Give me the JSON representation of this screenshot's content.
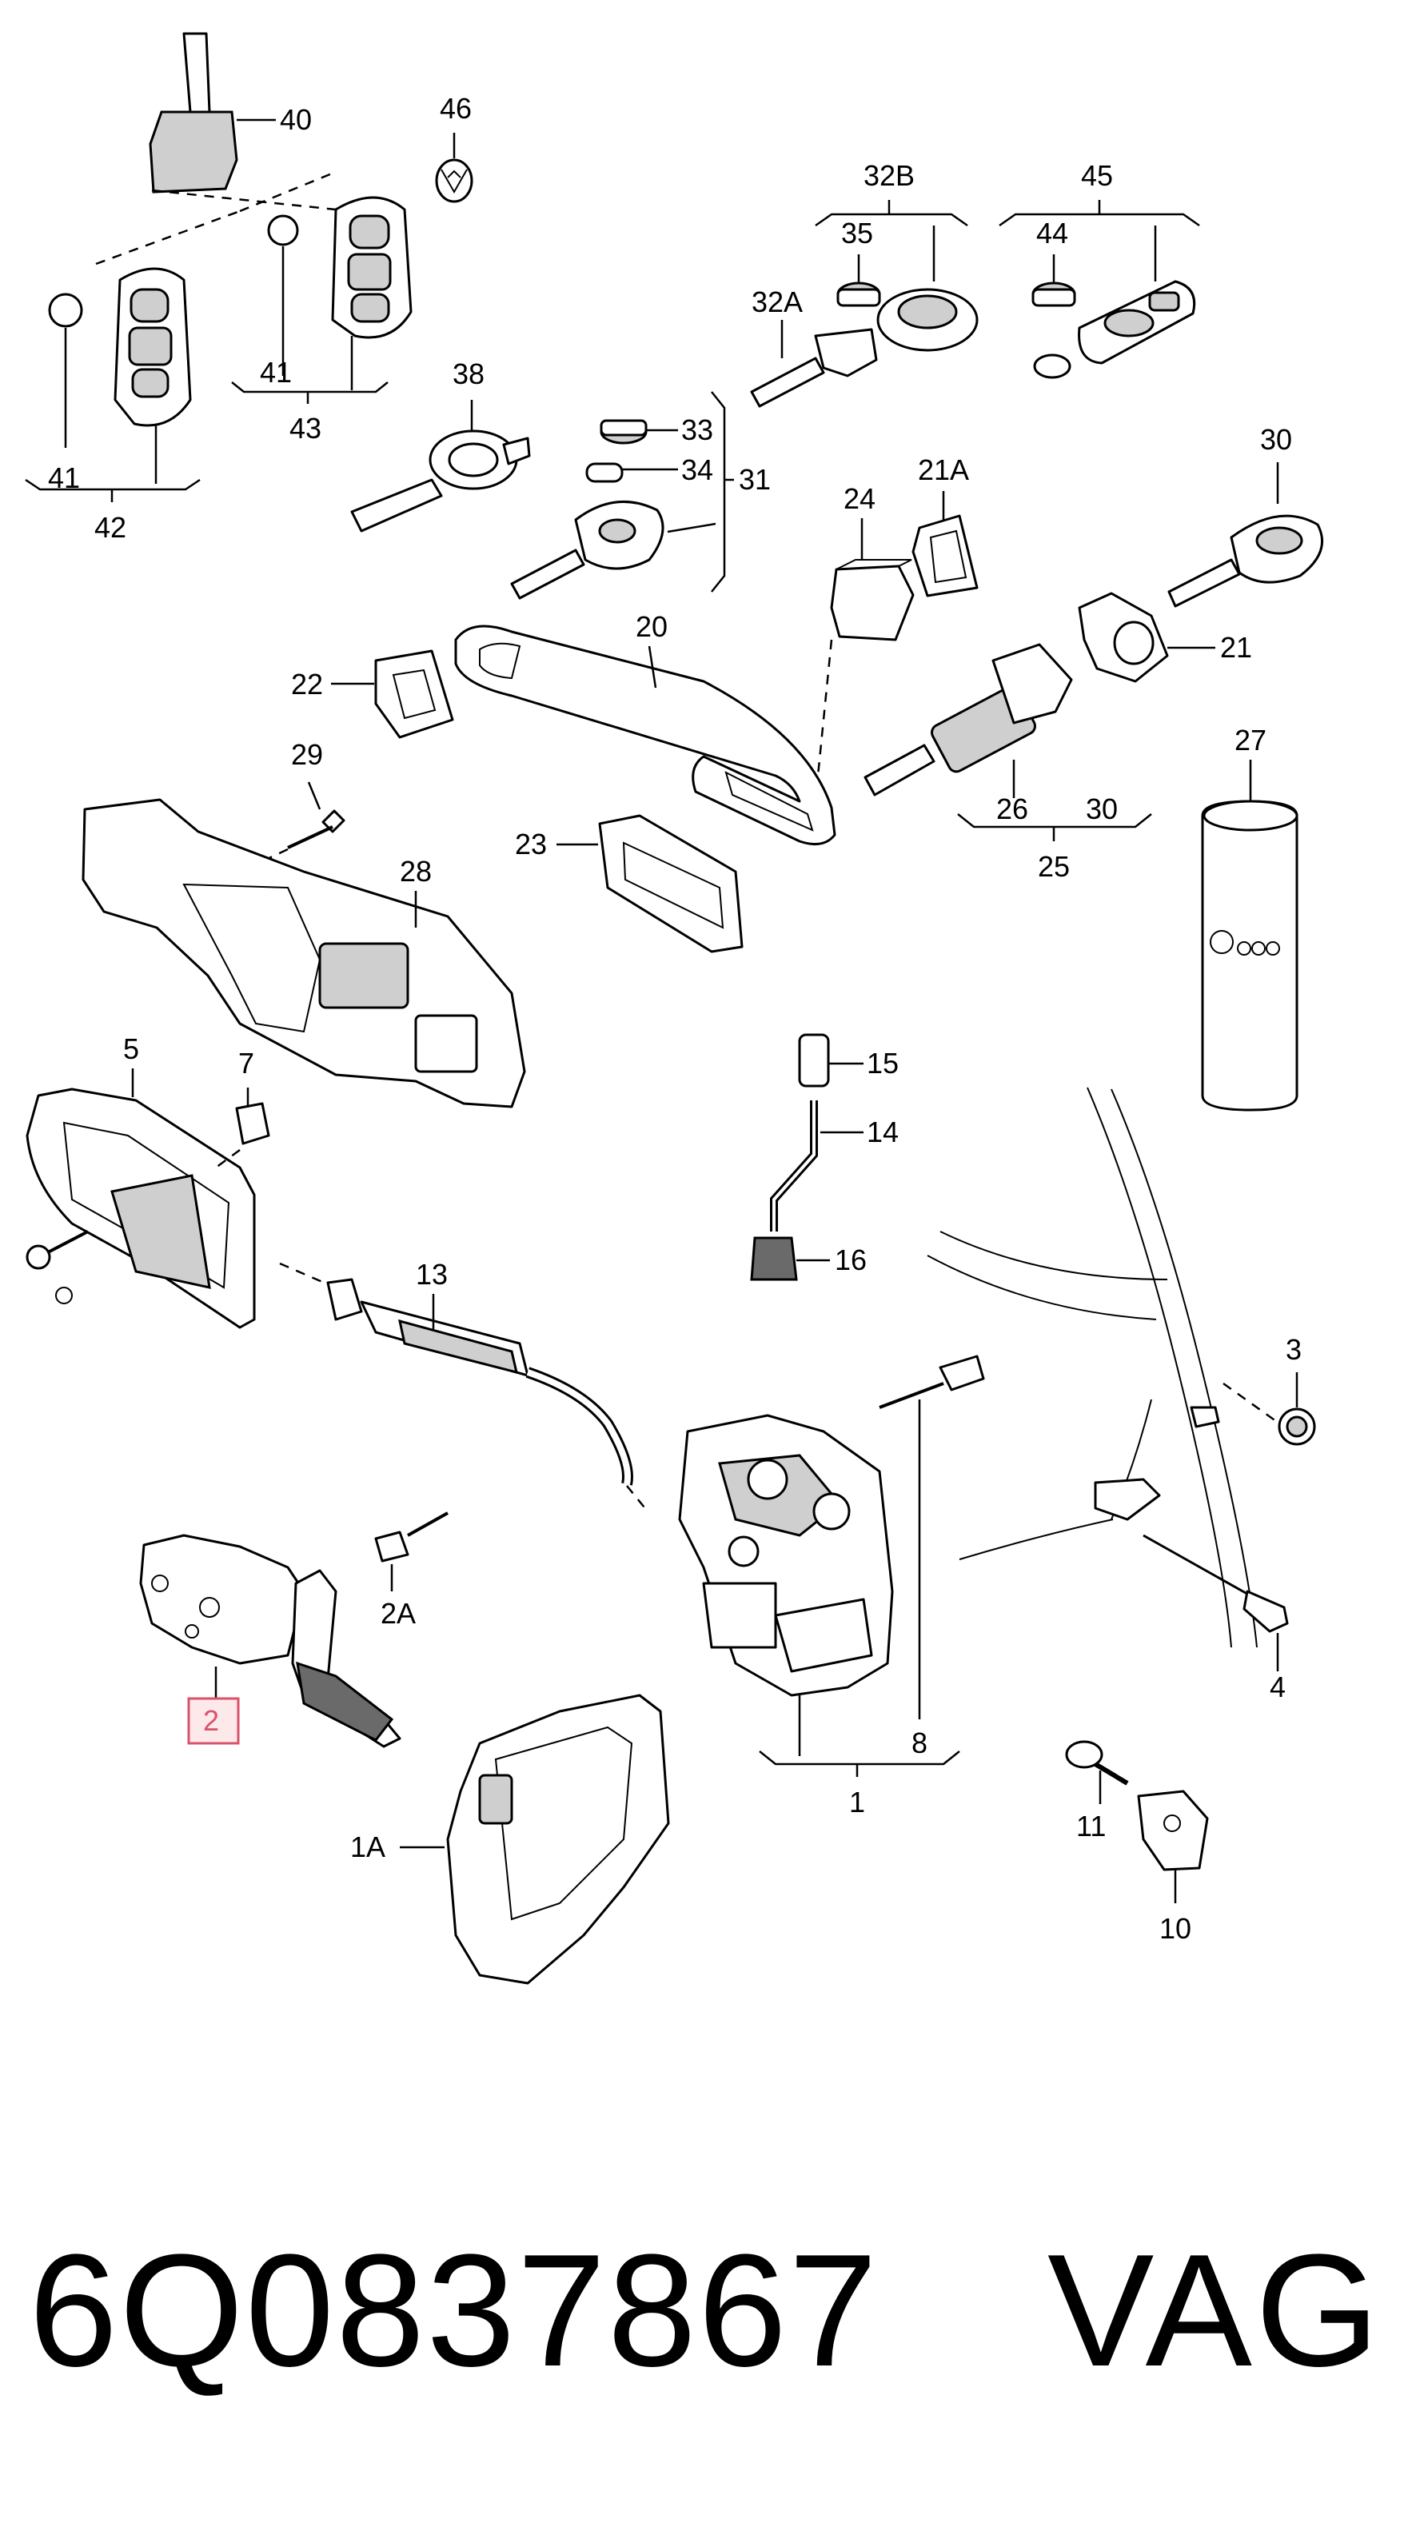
{
  "footer": {
    "part_number": "6Q0837867",
    "brand": "VAG"
  },
  "callouts": {
    "c40": "40",
    "c46": "46",
    "c32b": "32B",
    "c45": "45",
    "c35": "35",
    "c44": "44",
    "c32a": "32A",
    "c41a": "41",
    "c43": "43",
    "c41b": "41",
    "c42": "42",
    "c38": "38",
    "c33": "33",
    "c34": "34",
    "c31": "31",
    "c30a": "30",
    "c24": "24",
    "c21a": "21A",
    "c21": "21",
    "c20": "20",
    "c22": "22",
    "c27": "27",
    "c29": "29",
    "c26": "26",
    "c30b": "30",
    "c25": "25",
    "c23": "23",
    "c28": "28",
    "c5": "5",
    "c7": "7",
    "c15": "15",
    "c14": "14",
    "c16": "16",
    "c13": "13",
    "c3": "3",
    "c2a": "2A",
    "c2": "2",
    "c8": "8",
    "c4": "4",
    "c1": "1",
    "c11": "11",
    "c1a": "1A",
    "c10": "10"
  },
  "highlighted_callout": "2",
  "colors": {
    "highlight_fill": "#fde8ea",
    "highlight_border": "#d9536a",
    "line": "#000000"
  }
}
